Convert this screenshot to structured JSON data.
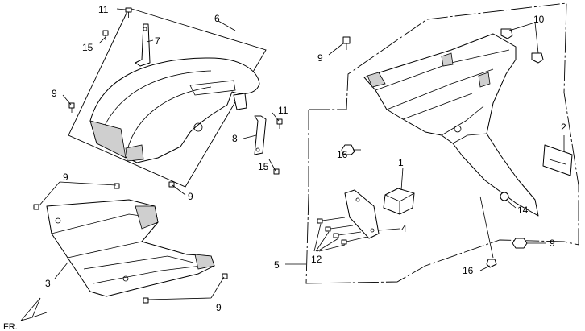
{
  "labels": {
    "c1": "1",
    "c2": "2",
    "c3": "3",
    "c4": "4",
    "c5": "5",
    "c6": "6",
    "c7": "7",
    "c8": "8",
    "c9a": "9",
    "c9b": "9",
    "c9c": "9",
    "c9d": "9",
    "c9e": "9",
    "c9f": "9",
    "c10": "10",
    "c11a": "11",
    "c11b": "11",
    "c12": "12",
    "c14": "14",
    "c15a": "15",
    "c15b": "15",
    "c16a": "16",
    "c16b": "16"
  },
  "direction_label": "FR."
}
